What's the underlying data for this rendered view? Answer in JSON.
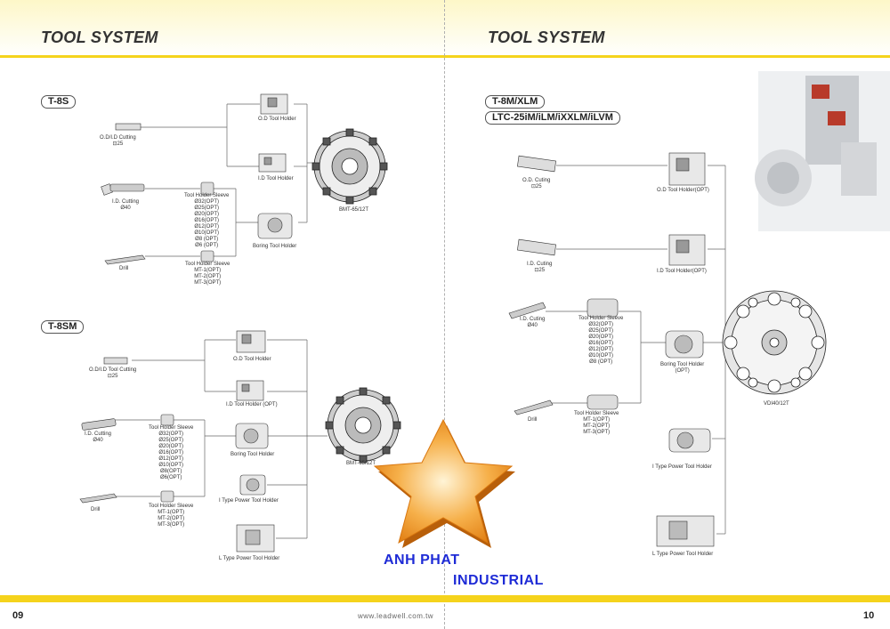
{
  "header": {
    "left_title": "TOOL SYSTEM",
    "right_title": "TOOL SYSTEM"
  },
  "footer": {
    "left_page": "09",
    "right_page": "10",
    "website": "www.leadwell.com.tw"
  },
  "t8s": {
    "label": "T-8S",
    "od_id_cutting": [
      "O.D/I.D Cutting",
      "⊡25"
    ],
    "id_cutting": [
      "I.D. Cutting",
      "Ø40"
    ],
    "drill": "Drill",
    "sleeve_title": "Tool Holder Sleeve",
    "sleeve_sizes": [
      "Ø32(OPT)",
      "Ø25(OPT)",
      "Ø20(OPT)",
      "Ø16(OPT)",
      "Ø12(OPT)",
      "Ø10(OPT)",
      "Ø8 (OPT)",
      "Ø6 (OPT)"
    ],
    "mt_sleeve_title": "Tool Holder Sleeve",
    "mt_sizes": [
      "MT-1(OPT)",
      "MT-2(OPT)",
      "MT-3(OPT)"
    ],
    "od_holder": "O.D Tool Holder",
    "id_holder": "I.D Tool Holder",
    "boring_holder": "Boring Tool Holder",
    "turret": "BMT-65/12T"
  },
  "t8sm": {
    "label": "T-8SM",
    "od_id_cutting": [
      "O.D/I.D Tool Cutting",
      "⊡25"
    ],
    "id_cutting": [
      "I.D. Cutting",
      "Ø40"
    ],
    "drill": "Drill",
    "sleeve_title": "Tool Holder Sleeve",
    "sleeve_sizes": [
      "Ø32(OPT)",
      "Ø25(OPT)",
      "Ø20(OPT)",
      "Ø16(OPT)",
      "Ø12(OPT)",
      "Ø10(OPT)",
      "Ø8(OPT)",
      "Ø6(OPT)"
    ],
    "mt_sleeve_title": "Tool Holder Sleeve",
    "mt_sizes": [
      "MT-1(OPT)",
      "MT-2(OPT)",
      "MT-3(OPT)"
    ],
    "od_holder": "O.D Tool Holder",
    "id_holder": "I.D Tool Holder (OPT)",
    "boring_holder": "Boring Tool Holder",
    "i_power": "I Type Power Tool Holder",
    "l_power": "L Type Power Tool Holder",
    "turret": "BMT-65/12T"
  },
  "t8m": {
    "label1": "T-8M/XLM",
    "label2": "LTC-25iM/iLM/iXXLM/iLVM",
    "od_cutting": [
      "O.D. Cuting",
      "⊡25"
    ],
    "id_cutting_sq": [
      "I.D. Cuting",
      "⊡25"
    ],
    "id_cutting": [
      "I.D. Cuting",
      "Ø40"
    ],
    "drill": "Drill",
    "sleeve_title": "Tool Holder Sleeve",
    "sleeve_sizes": [
      "Ø32(OPT)",
      "Ø25(OPT)",
      "Ø20(OPT)",
      "Ø16(OPT)",
      "Ø12(OPT)",
      "Ø10(OPT)",
      "Ø8 (OPT)"
    ],
    "mt_sleeve_title": "Tool Holder Sleeve",
    "mt_sizes": [
      "MT-1(OPT)",
      "MT-2(OPT)",
      "MT-3(OPT)"
    ],
    "od_holder": "O.D Tool Holder(OPT)",
    "id_holder": "I.D Tool Holder(OPT)",
    "boring_holder": [
      "Boring Tool Holder",
      "(OPT)"
    ],
    "i_power": "I Type Power Tool Holder",
    "l_power": "L Type Power Tool Holder",
    "turret": "VDI40/12T"
  },
  "watermark": {
    "line1": "ANH PHAT",
    "line2": "INDUSTRIAL"
  },
  "colors": {
    "accent_yellow": "#f5d31c",
    "watermark_blue": "#1e2bd6",
    "star_orange": "#f39a2c"
  }
}
